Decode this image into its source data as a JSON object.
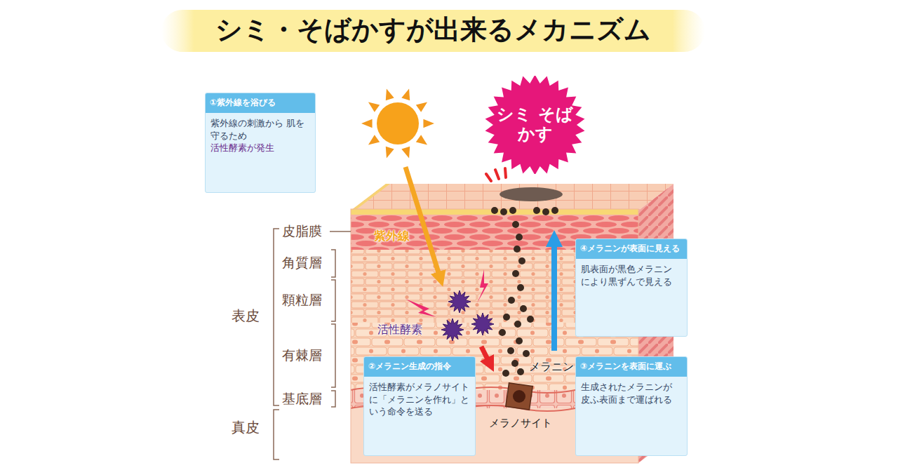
{
  "diagram": {
    "title": "シミ・そばかすが出来るメカニズム",
    "nodes": [
      {
        "text": [
          "①紫外線を浴びる",
          "紫外線の刺激から 肌を守るため",
          "活性酵素が発生"
        ]
      },
      {
        "text": [
          "シミ そばかす"
        ]
      },
      {
        "text": [
          "④メラニンが表面に見える",
          "肌表面が黒色メラニン により黒ずんで見える"
        ]
      },
      {
        "text": [
          "②メラニン生成の指令",
          "活性酵素がメラノサイト に「メラニンを作れ」と いう命令を送る"
        ]
      },
      {
        "text": [
          "③メラニンを表面に運ぶ",
          "生成されたメラニンが 皮ふ表面まで運ばれる"
        ]
      }
    ],
    "labels": [
      "皮脂膜",
      "角質層",
      "顆粒層",
      "有棘層",
      "基底層",
      "表皮",
      "真皮",
      "紫外線",
      "活性酵素",
      "メラニン",
      "メラノサイト"
    ]
  }
}
